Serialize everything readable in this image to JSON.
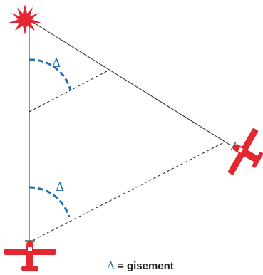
{
  "labels": {
    "angle_top": "Δ",
    "angle_bottom": "Δ"
  },
  "caption": {
    "symbol": "Δ",
    "text": " = gisement"
  },
  "colors": {
    "arc": "#1f6fb5",
    "aircraft": "#e3262f",
    "star": "#e3262f",
    "line": "#222222"
  },
  "icons": {
    "beacon": "red-burst-star-icon",
    "aircraft_bottom": "red-airplane-icon",
    "aircraft_right": "red-airplane-icon"
  }
}
